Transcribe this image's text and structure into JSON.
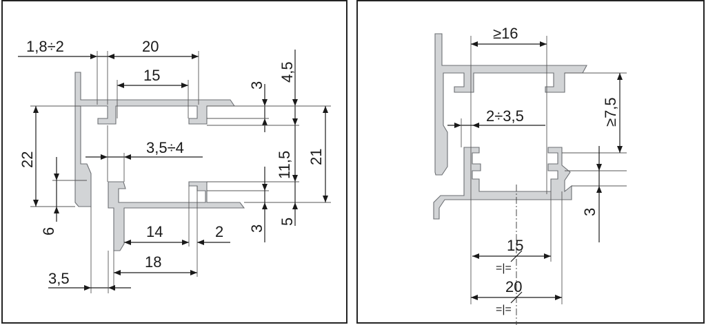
{
  "left_panel": {
    "dims": {
      "d_1_8_2": "1,8÷2",
      "d_20": "20",
      "d_15": "15",
      "d_3_top": "3",
      "d_4_5": "4,5",
      "d_22": "22",
      "d_3_5_4": "3,5÷4",
      "d_11_5": "11,5",
      "d_21": "21",
      "d_6": "6",
      "d_14": "14",
      "d_2": "2",
      "d_3_bottom": "3",
      "d_5": "5",
      "d_18": "18",
      "d_3_5": "3,5"
    }
  },
  "right_panel": {
    "dims": {
      "d_ge16": "≥16",
      "d_ge7_5": "≥7,5",
      "d_2_3_5": "2÷3,5",
      "d_3": "3",
      "d_15": "15",
      "d_20": "20"
    },
    "symmetry_marks": [
      "=|=",
      "=|="
    ]
  }
}
